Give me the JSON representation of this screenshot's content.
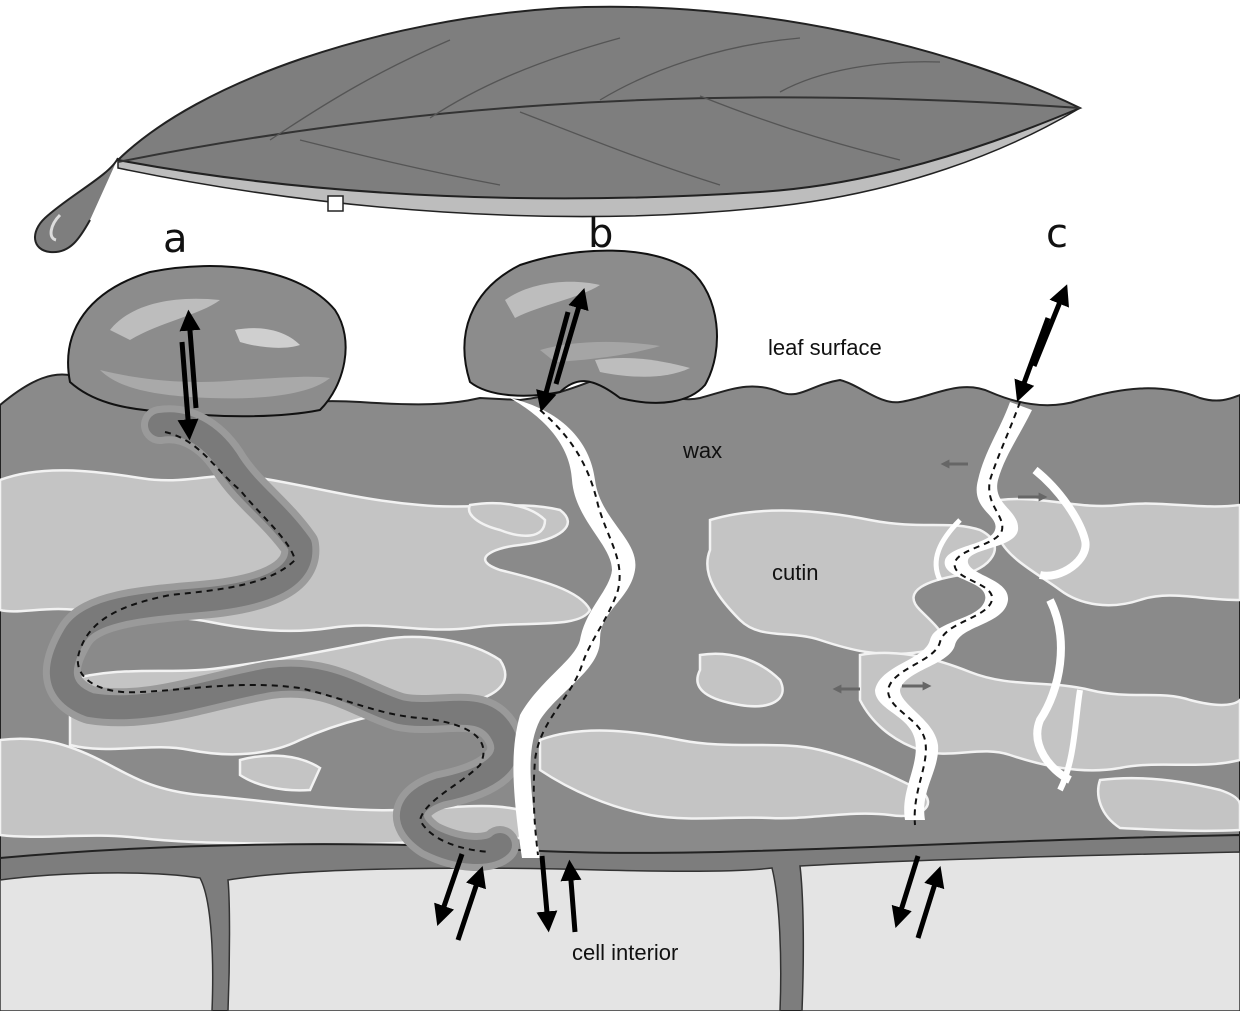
{
  "labels": {
    "a": "a",
    "b": "b",
    "c": "c",
    "leaf_surface": "leaf surface",
    "wax": "wax",
    "cutin": "cutin",
    "cell_interior": "cell interior"
  },
  "colors": {
    "wax": "#8a8a8a",
    "cutin": "#c4c4c4",
    "cell": "#e4e4e4",
    "cell_wall": "#7d7d7d",
    "droplet": "#8c8c8c",
    "leaf": "#7e7e7e",
    "channel": "#ffffff",
    "arrow": "#000000"
  }
}
